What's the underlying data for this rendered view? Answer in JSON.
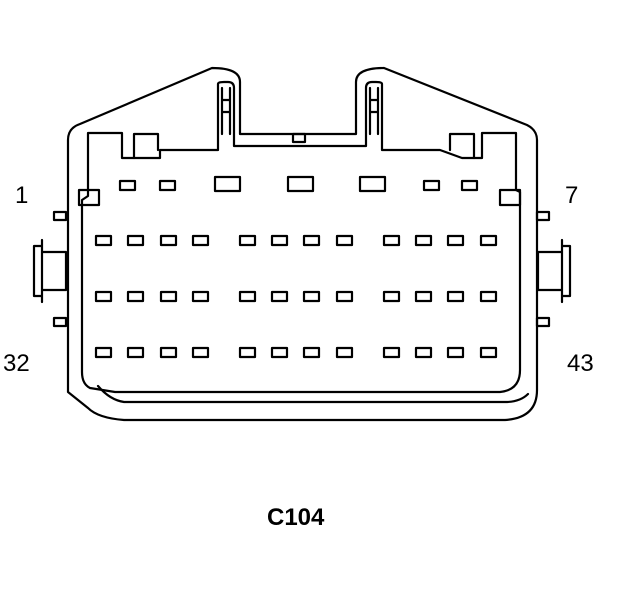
{
  "connector": {
    "name": "C104",
    "pin_labels": {
      "top_left": "1",
      "top_right": "7",
      "bottom_left": "32",
      "bottom_right": "43"
    }
  },
  "colors": {
    "line": "#000000",
    "background": "#ffffff"
  }
}
